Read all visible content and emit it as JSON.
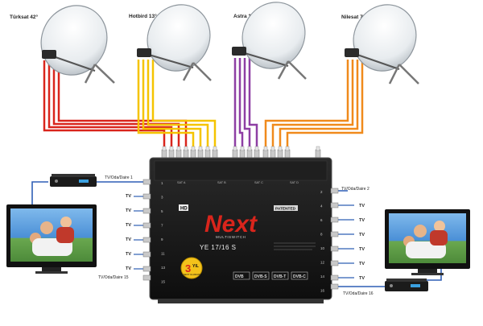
{
  "satellites": [
    {
      "label": "Türksat 42°",
      "color": "#d9251c"
    },
    {
      "label": "Hotbird 13°",
      "color": "#f5c400"
    },
    {
      "label": "Astra 19.2°",
      "color": "#8e3fa4"
    },
    {
      "label": "Nilesat 7°W",
      "color": "#f08a1c"
    }
  ],
  "multiswitch": {
    "brand": "Next",
    "subtitle": "MULTISWITCH",
    "model": "YE 17/16 S",
    "patent": "PATENTED",
    "warranty_number": "3",
    "warranty_word": "YIL",
    "warranty_sub": "NEXT GUARANTEE",
    "hd_badge": "HD",
    "sat_labels": [
      "SAT A",
      "SAT B",
      "SAT C",
      "SAT D"
    ],
    "left_numbers": [
      "1",
      "3",
      "5",
      "7",
      "9",
      "11",
      "13",
      "15"
    ],
    "right_numbers": [
      "2",
      "4",
      "6",
      "8",
      "10",
      "12",
      "14",
      "16"
    ],
    "logos": [
      "DVB",
      "DVB-S",
      "DVB-T",
      "DVB-C"
    ]
  },
  "left_labels": {
    "top": "TV/Oda/Daire 1",
    "tv": [
      "TV",
      "TV",
      "TV",
      "TV",
      "TV",
      "TV"
    ],
    "bottom": "TV/Oda/Daire 15"
  },
  "right_labels": {
    "top": "TV/Oda/Daire 2",
    "tv": [
      "TV",
      "TV",
      "TV",
      "TV",
      "TV",
      "TV"
    ],
    "bottom": "TV/Oda/Daire 16"
  },
  "colors": {
    "cable_blue": "#2f5fb5",
    "device_dark": "#1b1b1b",
    "brand_red": "#d9251c",
    "screen_blue": "#4a8fd6"
  }
}
